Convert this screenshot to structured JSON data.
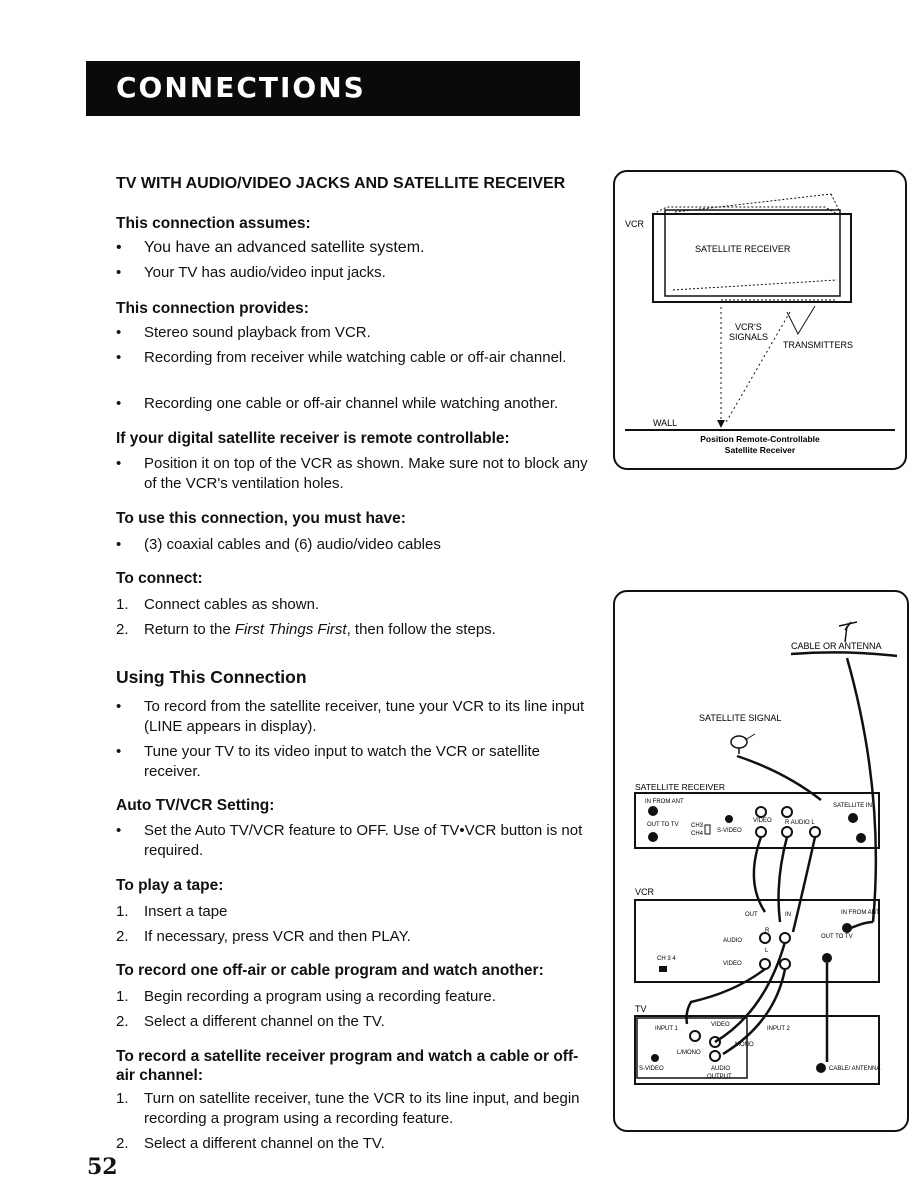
{
  "header": {
    "title": "CONNECTIONS"
  },
  "main_heading": "TV WITH AUDIO/VIDEO JACKS AND SATELLITE RECEIVER",
  "assumes": {
    "heading": "This connection assumes:",
    "items": [
      "You have an advanced satellite system.",
      "Your TV has audio/video input jacks."
    ]
  },
  "provides": {
    "heading": "This connection provides:",
    "items": [
      "Stereo sound playback from VCR.",
      "Recording from receiver while watching cable or off-air channel.",
      "Recording one cable or off-air channel while watching another."
    ]
  },
  "remote": {
    "heading": "If your digital satellite receiver is remote controllable:",
    "items": [
      "Position it on top of the VCR as shown. Make sure not to block any of the VCR's ventilation holes."
    ]
  },
  "must_have": {
    "heading": "To use this connection, you must have:",
    "items": [
      "(3) coaxial cables and (6) audio/video cables"
    ]
  },
  "to_connect": {
    "heading": "To connect:",
    "items": [
      {
        "num": "1.",
        "text": "Connect cables as shown."
      },
      {
        "num": "2.",
        "pre": "Return to the ",
        "em": "First Things First",
        "post": ", then follow the steps."
      }
    ]
  },
  "using": {
    "heading": "Using This Connection",
    "items": [
      "To record from the satellite receiver, tune your VCR to its line input (LINE appears in display).",
      "Tune your TV to its video input to watch the VCR or satellite receiver."
    ]
  },
  "auto": {
    "heading": "Auto TV/VCR Setting:",
    "items": [
      "Set the Auto TV/VCR feature to OFF. Use of TV•VCR button is not required."
    ]
  },
  "play": {
    "heading": "To play a tape:",
    "items": [
      {
        "num": "1.",
        "text": "Insert a tape"
      },
      {
        "num": "2.",
        "text": "If necessary, press VCR and then PLAY."
      }
    ]
  },
  "record_offair": {
    "heading": "To record one off-air or cable program and watch another:",
    "items": [
      {
        "num": "1.",
        "text": "Begin recording a program using a recording feature."
      },
      {
        "num": "2.",
        "text": "Select a different channel on the TV."
      }
    ]
  },
  "record_sat": {
    "heading": "To record a satellite receiver program and watch a cable or off-air channel:",
    "items": [
      {
        "num": "1.",
        "text": "Turn on satellite receiver, tune the VCR to its line input, and begin recording a program using a recording feature."
      },
      {
        "num": "2.",
        "text": "Select a different channel on the TV."
      }
    ]
  },
  "page_number": "52",
  "diagram_top": {
    "vcr": "VCR",
    "receiver": "SATELLITE RECEIVER",
    "signals": "VCR'S SIGNALS",
    "signals_line1": "VCR'S",
    "signals_line2": "SIGNALS",
    "transmitters": "TRANSMITTERS",
    "wall": "WALL",
    "caption_line1": "Position Remote-Controllable",
    "caption_line2": "Satellite Receiver"
  },
  "diagram_bottom": {
    "antenna": "CABLE OR ANTENNA",
    "signal": "SATELLITE SIGNAL",
    "receiver": "SATELLITE RECEIVER",
    "in_from_ant": "IN FROM ANT",
    "out_to_tv": "OUT TO TV",
    "ch3": "CH3",
    "ch4": "CH4",
    "svideo": "S-VIDEO",
    "video": "VIDEO",
    "audio_rl": "R AUDIO L",
    "satellite_in": "SATELLITE IN",
    "vcr": "VCR",
    "vcr_out": "OUT",
    "vcr_in": "IN",
    "in_from_ant2": "IN FROM ANT",
    "audio": "AUDIO",
    "r": "R",
    "l": "L",
    "ch34": "CH 3 4",
    "vcr_video": "VIDEO",
    "out_to_tv2": "OUT TO TV",
    "tv": "TV",
    "input1": "INPUT 1",
    "input2": "INPUT 2",
    "tv_video": "VIDEO",
    "mono": "MONO",
    "lmono": "L/MONO",
    "tv_svideo": "S-VIDEO",
    "tv_audio": "AUDIO",
    "output": "OUTPUT",
    "cable_antenna": "CABLE/ ANTENNA"
  }
}
